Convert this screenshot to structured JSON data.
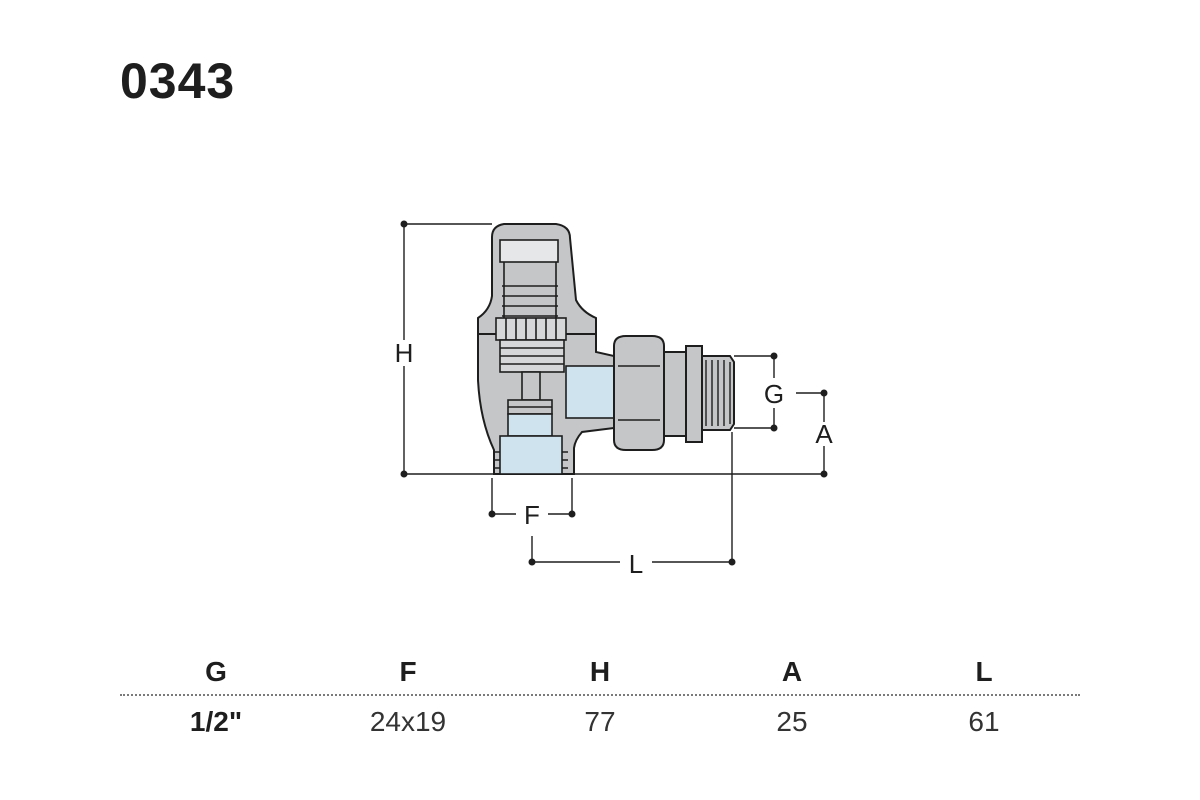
{
  "product": {
    "code": "0343"
  },
  "diagram": {
    "labels": {
      "h": "H",
      "g": "G",
      "a": "A",
      "f": "F",
      "l": "L"
    },
    "colors": {
      "body": "#c4c6c8",
      "water": "#cfe3ee",
      "outline": "#1e1e1e",
      "dim_line": "#1e1e1e"
    }
  },
  "dimensions_table": {
    "headers": [
      "G",
      "F",
      "H",
      "A",
      "L"
    ],
    "values": [
      "1/2\"",
      "24x19",
      "77",
      "25",
      "61"
    ]
  }
}
